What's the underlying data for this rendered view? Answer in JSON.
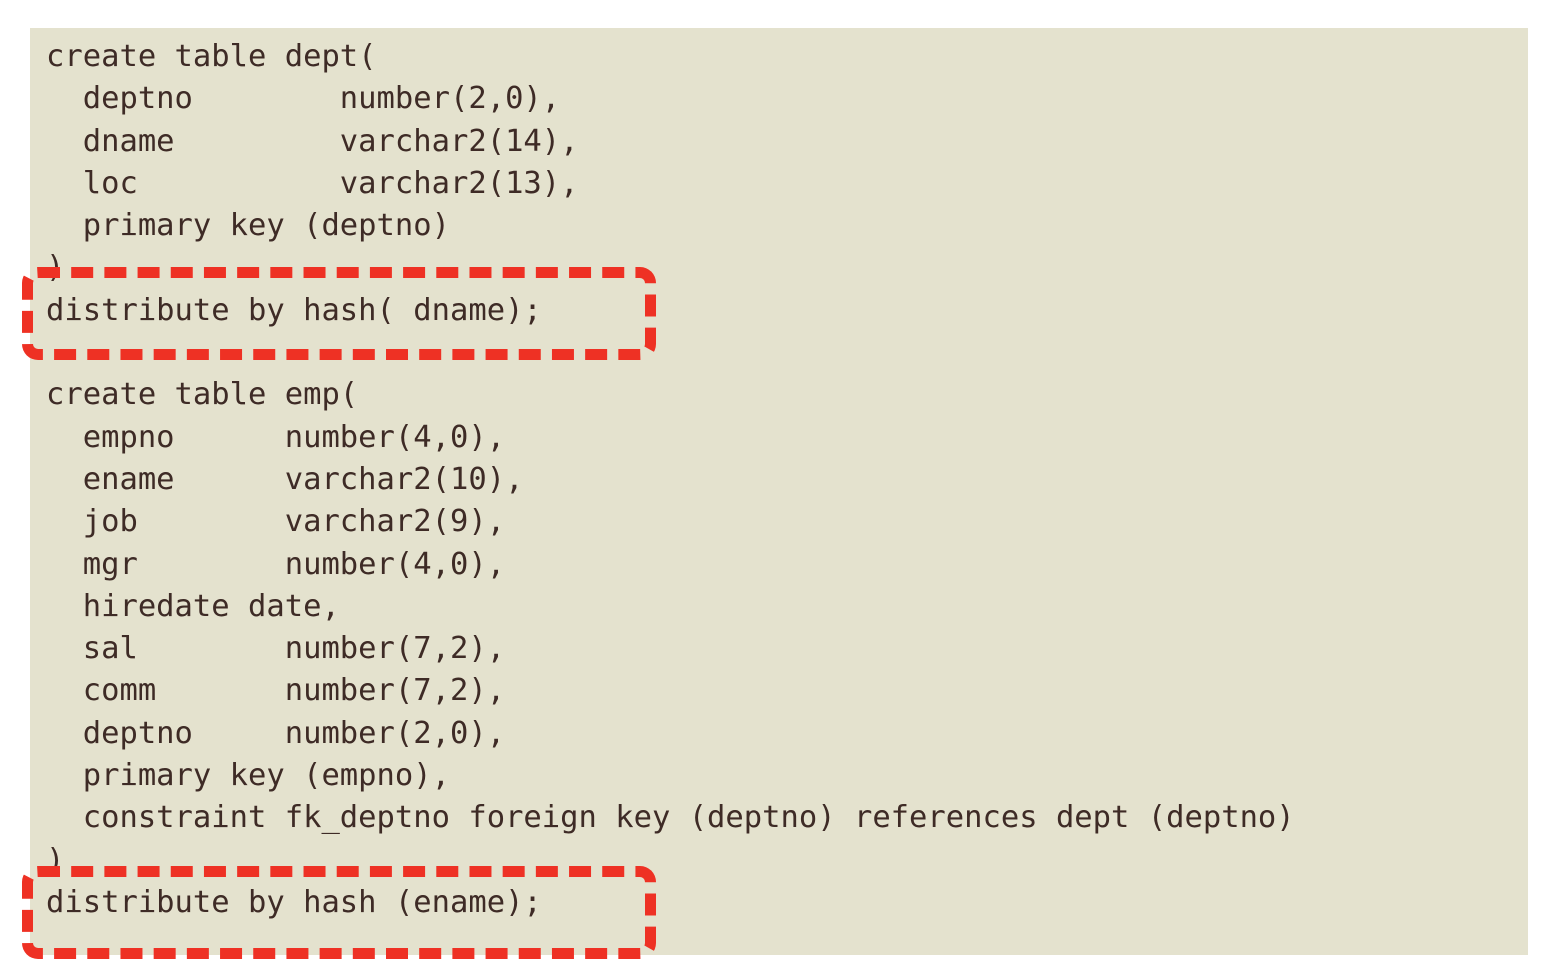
{
  "slide": {
    "kind": "sql-ddl-code-slide",
    "colors": {
      "panel_background": "#E4E2CE",
      "page_background": "#FFFFFF",
      "code_text": "#3E2B26",
      "highlight_red": "#EE3124"
    }
  },
  "code": {
    "language": "sql",
    "text": "create table dept(\n  deptno        number(2,0),\n  dname         varchar2(14),\n  loc           varchar2(13),\n  primary key (deptno)\n)\ndistribute by hash( dname);\n\ncreate table emp(\n  empno      number(4,0),\n  ename      varchar2(10),\n  job        varchar2(9),\n  mgr        number(4,0),\n  hiredate date,\n  sal        number(7,2),\n  comm       number(7,2),\n  deptno     number(2,0),\n  primary key (empno),\n  constraint fk_deptno foreign key (deptno) references dept (deptno)\n)\ndistribute by hash (ename);",
    "lines": [
      "create table dept(",
      "  deptno        number(2,0),",
      "  dname         varchar2(14),",
      "  loc           varchar2(13),",
      "  primary key (deptno)",
      ")",
      "distribute by hash( dname);",
      "",
      "create table emp(",
      "  empno      number(4,0),",
      "  ename      varchar2(10),",
      "  job        varchar2(9),",
      "  mgr        number(4,0),",
      "  hiredate date,",
      "  sal        number(7,2),",
      "  comm       number(7,2),",
      "  deptno     number(2,0),",
      "  primary key (empno),",
      "  constraint fk_deptno foreign key (deptno) references dept (deptno)",
      ")",
      "distribute by hash (ename);"
    ],
    "statements": [
      {
        "name": "create-table-dept",
        "table": "dept",
        "columns": [
          {
            "name": "deptno",
            "type": "number(2,0)"
          },
          {
            "name": "dname",
            "type": "varchar2(14)"
          },
          {
            "name": "loc",
            "type": "varchar2(13)"
          }
        ],
        "primary_key": "primary key (deptno)",
        "distribution_clause": "distribute by hash( dname);"
      },
      {
        "name": "create-table-emp",
        "table": "emp",
        "columns": [
          {
            "name": "empno",
            "type": "number(4,0)"
          },
          {
            "name": "ename",
            "type": "varchar2(10)"
          },
          {
            "name": "job",
            "type": "varchar2(9)"
          },
          {
            "name": "mgr",
            "type": "number(4,0)"
          },
          {
            "name": "hiredate",
            "type": "date"
          },
          {
            "name": "sal",
            "type": "number(7,2)"
          },
          {
            "name": "comm",
            "type": "number(7,2)"
          },
          {
            "name": "deptno",
            "type": "number(2,0)"
          }
        ],
        "primary_key": "primary key (empno),",
        "foreign_key": "constraint fk_deptno foreign key (deptno) references dept (deptno)",
        "distribution_clause": "distribute by hash (ename);"
      }
    ]
  },
  "annotations": [
    {
      "name": "highlight-dept-distribute",
      "style": "red-dashed-rounded-rectangle",
      "target_text": "distribute by hash( dname);"
    },
    {
      "name": "highlight-emp-distribute",
      "style": "red-dashed-rounded-rectangle",
      "target_text": "distribute by hash (ename);"
    }
  ]
}
